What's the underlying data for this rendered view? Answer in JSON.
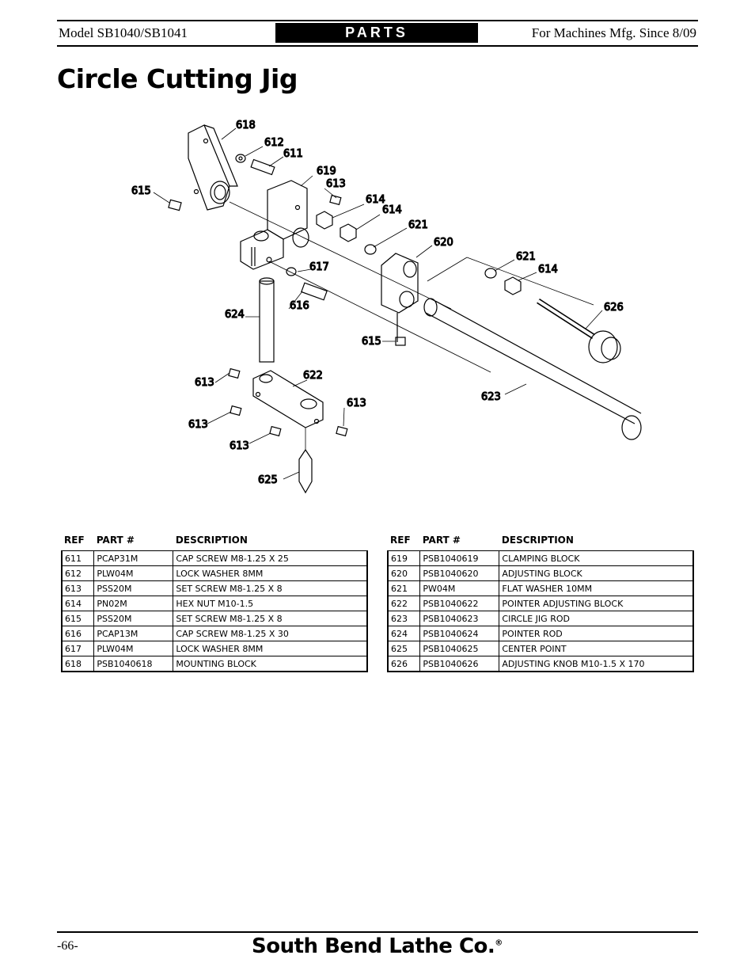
{
  "header": {
    "model": "Model SB1040/SB1041",
    "section": "PARTS",
    "machines": "For Machines Mfg. Since 8/09"
  },
  "title": "Circle Cutting Jig",
  "diagram": {
    "callouts": [
      "618",
      "612",
      "611",
      "619",
      "613",
      "615",
      "614",
      "614",
      "621",
      "620",
      "617",
      "621",
      "614",
      "616",
      "626",
      "624",
      "615",
      "613",
      "622",
      "623",
      "613",
      "613",
      "613",
      "625"
    ]
  },
  "table_headers": {
    "ref": "REF",
    "part": "PART #",
    "desc": "DESCRIPTION"
  },
  "parts_left": [
    {
      "ref": "611",
      "part": "PCAP31M",
      "desc": "CAP SCREW M8-1.25 X 25"
    },
    {
      "ref": "612",
      "part": "PLW04M",
      "desc": "LOCK WASHER 8MM"
    },
    {
      "ref": "613",
      "part": "PSS20M",
      "desc": "SET SCREW M8-1.25 X 8"
    },
    {
      "ref": "614",
      "part": "PN02M",
      "desc": "HEX NUT M10-1.5"
    },
    {
      "ref": "615",
      "part": "PSS20M",
      "desc": "SET SCREW M8-1.25 X 8"
    },
    {
      "ref": "616",
      "part": "PCAP13M",
      "desc": "CAP SCREW M8-1.25 X 30"
    },
    {
      "ref": "617",
      "part": "PLW04M",
      "desc": "LOCK WASHER 8MM"
    },
    {
      "ref": "618",
      "part": "PSB1040618",
      "desc": "MOUNTING BLOCK"
    }
  ],
  "parts_right": [
    {
      "ref": "619",
      "part": "PSB1040619",
      "desc": "CLAMPING BLOCK"
    },
    {
      "ref": "620",
      "part": "PSB1040620",
      "desc": "ADJUSTING BLOCK"
    },
    {
      "ref": "621",
      "part": "PW04M",
      "desc": "FLAT WASHER 10MM"
    },
    {
      "ref": "622",
      "part": "PSB1040622",
      "desc": "POINTER ADJUSTING BLOCK"
    },
    {
      "ref": "623",
      "part": "PSB1040623",
      "desc": "CIRCLE JIG ROD"
    },
    {
      "ref": "624",
      "part": "PSB1040624",
      "desc": "POINTER ROD"
    },
    {
      "ref": "625",
      "part": "PSB1040625",
      "desc": "CENTER POINT"
    },
    {
      "ref": "626",
      "part": "PSB1040626",
      "desc": "ADJUSTING KNOB M10-1.5 X 170"
    }
  ],
  "footer": {
    "page": "-66-",
    "brand": "South Bend Lathe Co.",
    "mark": "®"
  }
}
